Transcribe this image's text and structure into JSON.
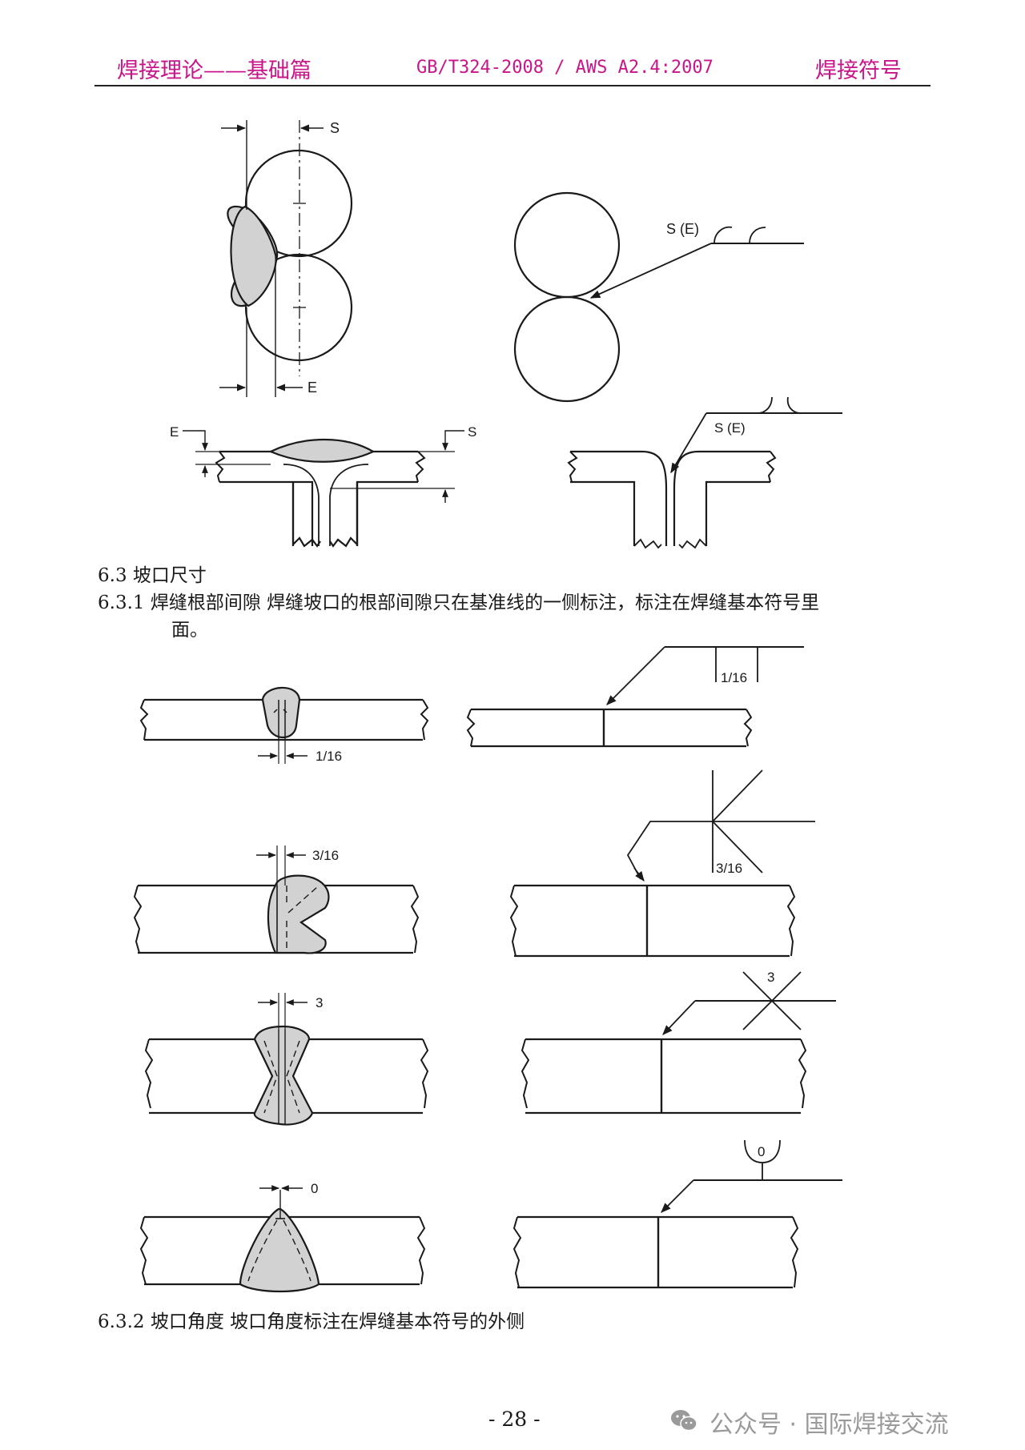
{
  "header": {
    "left": "焊接理论——基础篇",
    "center": "GB/T324-2008 / AWS A2.4:2007",
    "right": "焊接符号"
  },
  "figures": {
    "flare_top_left": {
      "s": "S",
      "e": "E"
    },
    "flare_top_right": {
      "symbol_text": "S (E)"
    },
    "flare_t_left": {
      "e": "E",
      "s": "S"
    },
    "flare_t_right": {
      "symbol_text": "S (E)"
    },
    "gap_row1": {
      "dim": "1/16",
      "symbol_dim": "1/16"
    },
    "gap_row2": {
      "dim": "3/16",
      "symbol_dim": "3/16"
    },
    "gap_row3": {
      "dim": "3",
      "symbol_dim": "3"
    },
    "gap_row4": {
      "dim": "0",
      "symbol_dim": "0"
    }
  },
  "text": {
    "sec_6_3": "6.3 坡口尺寸",
    "sec_6_3_1_line1": "6.3.1 焊缝根部间隙   焊缝坡口的根部间隙只在基准线的一侧标注，标注在焊缝基本符号里",
    "sec_6_3_1_line2": "面。",
    "sec_6_3_2": "6.3.2 坡口角度   坡口角度标注在焊缝基本符号的外侧"
  },
  "footer": {
    "page_number": "- 28 -",
    "watermark": "公众号 · 国际焊接交流"
  },
  "colors": {
    "header_text": "#c8158a",
    "weld_fill": "#d2d2d2",
    "line": "#1a1a1a",
    "watermark": "#9a9a9a"
  }
}
